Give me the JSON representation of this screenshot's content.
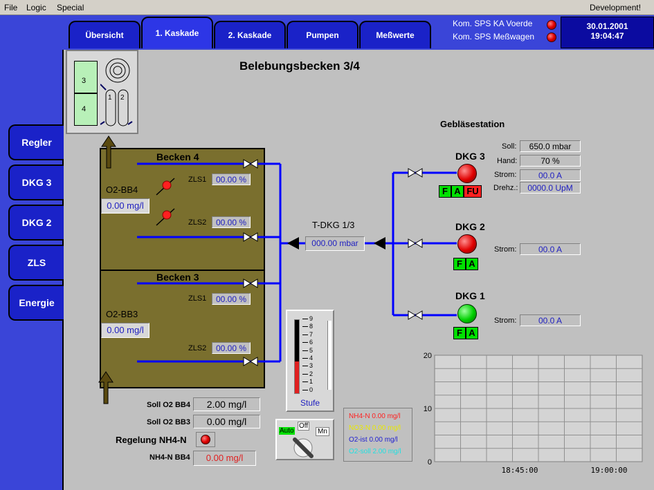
{
  "menu": {
    "file": "File",
    "logic": "Logic",
    "special": "Special",
    "right": "Development!"
  },
  "tabs": [
    {
      "label": "Übersicht"
    },
    {
      "label": "1. Kaskade"
    },
    {
      "label": "2. Kaskade"
    },
    {
      "label": "Pumpen"
    },
    {
      "label": "Meßwerte"
    }
  ],
  "status": {
    "line1": "Kom. SPS KA Voerde",
    "line2": "Kom. SPS Meßwagen"
  },
  "datetime": {
    "date": "30.01.2001",
    "time": "19:04:47"
  },
  "sidebar": [
    {
      "label": "Regler"
    },
    {
      "label": "DKG 3"
    },
    {
      "label": "DKG 2"
    },
    {
      "label": "ZLS"
    },
    {
      "label": "Energie"
    }
  ],
  "title": "Belebungsbecken 3/4",
  "overview": {
    "n3": "3",
    "n4": "4",
    "n1": "1",
    "n2": "2"
  },
  "basin4": {
    "title": "Becken 4",
    "o2_label": "O2-BB4",
    "o2_value": "0.00 mg/l",
    "zls1_label": "ZLS1",
    "zls1_value": "00.00 %",
    "zls2_label": "ZLS2",
    "zls2_value": "00.00 %"
  },
  "basin3": {
    "title": "Becken 3",
    "o2_label": "O2-BB3",
    "o2_value": "0.00 mg/l",
    "zls1_label": "ZLS1",
    "zls1_value": "00.00 %",
    "zls2_label": "ZLS2",
    "zls2_value": "00.00 %"
  },
  "tdkg": {
    "label": "T-DKG 1/3",
    "value": "000.00 mbar"
  },
  "geblaese": {
    "title": "Gebläsestation",
    "dkg3": {
      "name": "DKG 3",
      "soll_label": "Soll:",
      "soll": "650.0 mbar",
      "hand_label": "Hand:",
      "hand": "70 %",
      "strom_label": "Strom:",
      "strom": "00.0 A",
      "drehz_label": "Drehz.:",
      "drehz": "0000.0 UpM",
      "f": "F",
      "a": "A",
      "fu": "FU"
    },
    "dkg2": {
      "name": "DKG 2",
      "strom_label": "Strom:",
      "strom": "00.0 A",
      "f": "F",
      "a": "A"
    },
    "dkg1": {
      "name": "DKG 1",
      "strom_label": "Strom:",
      "strom": "00.0 A",
      "f": "F",
      "a": "A"
    }
  },
  "stufe": {
    "label": "Stufe",
    "ticks": [
      "9",
      "8",
      "7",
      "6",
      "5",
      "4",
      "3",
      "2",
      "1",
      "0"
    ],
    "level": 0.43
  },
  "controls": {
    "soll_bb4_label": "Soll O2 BB4",
    "soll_bb4": "2.00 mg/l",
    "soll_bb3_label": "Soll O2 BB3",
    "soll_bb3": "0.00 mg/l",
    "regelung_label": "Regelung NH4-N",
    "nh4_label": "NH4-N BB4",
    "nh4": "0.00 mg/l"
  },
  "switch": {
    "auto": "Auto",
    "off": "Off",
    "mn": "Mn"
  },
  "legend": [
    {
      "text": "NH4-N 0.00 mg/l",
      "color": "#ff2020"
    },
    {
      "text": "NO3-N 0.00 mg/l",
      "color": "#e8e800"
    },
    {
      "text": "O2-ist 0.00 mg/l",
      "color": "#2020d0"
    },
    {
      "text": "O2-soll 2.00 mg/l",
      "color": "#20e0e0"
    }
  ],
  "chart_data": {
    "type": "line",
    "yticks": [
      "20",
      "10",
      "0"
    ],
    "xticks": [
      "18:45:00",
      "19:00:00"
    ],
    "ylim": [
      0,
      20
    ],
    "grid": true
  }
}
